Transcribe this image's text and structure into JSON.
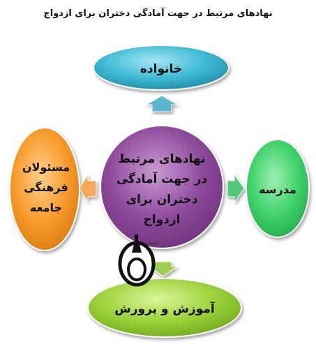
{
  "title": "نهادهای مرتبط در جهت آمادگی دختران برای ازدواج",
  "center": {
    "lines": [
      "نهادهای مرتبط",
      "در جهت آمادگی",
      "دختران برای",
      "ازدواج"
    ],
    "color": "#8e4a9c"
  },
  "nodes": {
    "top": {
      "label": "خانواده",
      "color": "#38b6cf"
    },
    "right": {
      "label": "مدرسه",
      "color": "#3fd16a"
    },
    "left": {
      "lines": [
        "مسئولان",
        "فرهنگی",
        "جامعه"
      ],
      "color": "#f79a2a"
    },
    "bottom": {
      "label": "آموزش و پرورش",
      "color": "#9bd23a"
    }
  },
  "arrows": {
    "top_color": "#5bb5cc",
    "right_color": "#4fc978",
    "left_color": "#f5a95a",
    "bottom_color": "#9ecf52"
  },
  "logo": {
    "icon": "institute-logo-icon"
  }
}
